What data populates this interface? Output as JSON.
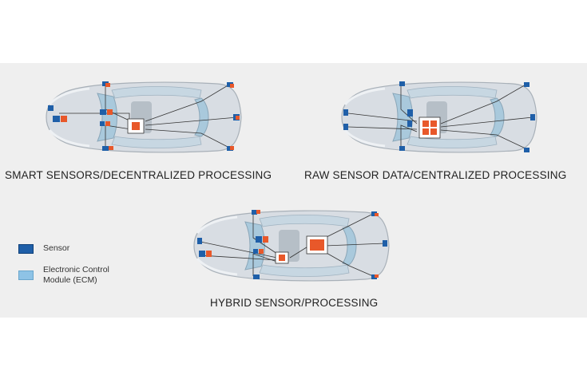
{
  "diagrams": [
    {
      "caption": "SMART SENSORS/DECENTRALIZED PROCESSING"
    },
    {
      "caption": "RAW SENSOR DATA/CENTRALIZED PROCESSING"
    },
    {
      "caption": "HYBRID SENSOR/PROCESSING"
    }
  ],
  "legend": {
    "items": [
      {
        "label": "Sensor",
        "color": "#1f5fa8"
      },
      {
        "label_line1": "Electronic Control",
        "label_line2": "Module (ECM)",
        "color": "#8ec3e6"
      }
    ]
  },
  "colors": {
    "processor": "#e8582a",
    "car_body": "#d8dde3",
    "glass": "#a9c9dc"
  }
}
